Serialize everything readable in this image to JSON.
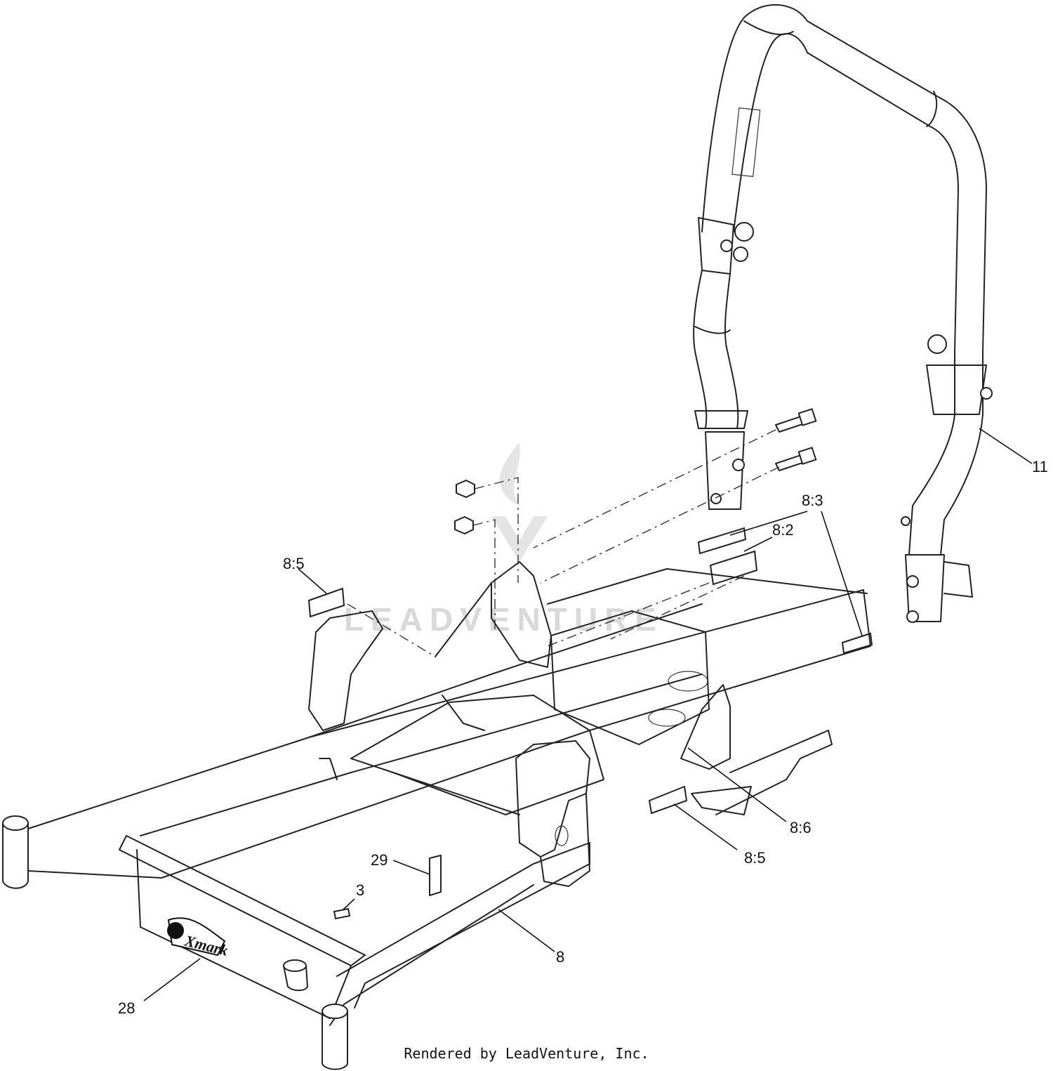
{
  "watermark": {
    "text": "LEADVENTURE"
  },
  "logo": {
    "text": "Xmark"
  },
  "callouts": [
    {
      "id": "11",
      "label": "11"
    },
    {
      "id": "8-3",
      "label": "8:3"
    },
    {
      "id": "8-2",
      "label": "8:2"
    },
    {
      "id": "8-5a",
      "label": "8:5"
    },
    {
      "id": "8-6",
      "label": "8:6"
    },
    {
      "id": "8-5b",
      "label": "8:5"
    },
    {
      "id": "29",
      "label": "29"
    },
    {
      "id": "3",
      "label": "3"
    },
    {
      "id": "8",
      "label": "8"
    },
    {
      "id": "28",
      "label": "28"
    }
  ],
  "footer": {
    "text": "Rendered by LeadVenture, Inc."
  }
}
